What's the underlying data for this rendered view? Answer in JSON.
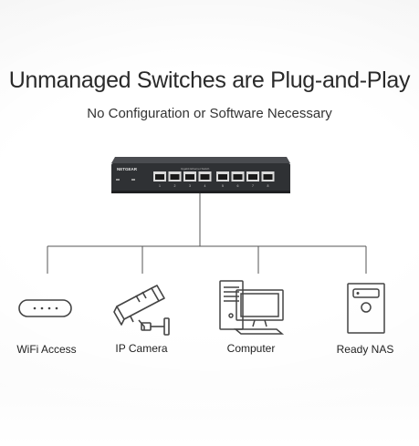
{
  "header": {
    "title": "Unmanaged Switches are Plug-and-Play",
    "subtitle": "No Configuration or Software Necessary"
  },
  "switch": {
    "brand": "NETGEAR",
    "port_caption": "Gigabit Ethernet Switch",
    "port_numbers": [
      "1",
      "2",
      "3",
      "4",
      "5",
      "6",
      "7",
      "8"
    ]
  },
  "devices": [
    {
      "label": "WiFi Access",
      "icon": "wifi-access-point-icon"
    },
    {
      "label": "IP Camera",
      "icon": "ip-camera-icon"
    },
    {
      "label": "Computer",
      "icon": "computer-icon"
    },
    {
      "label": "Ready NAS",
      "icon": "nas-icon"
    }
  ],
  "colors": {
    "line": "#555555",
    "switch_body": "#3a3c3f",
    "port": "#d9d9d9"
  }
}
